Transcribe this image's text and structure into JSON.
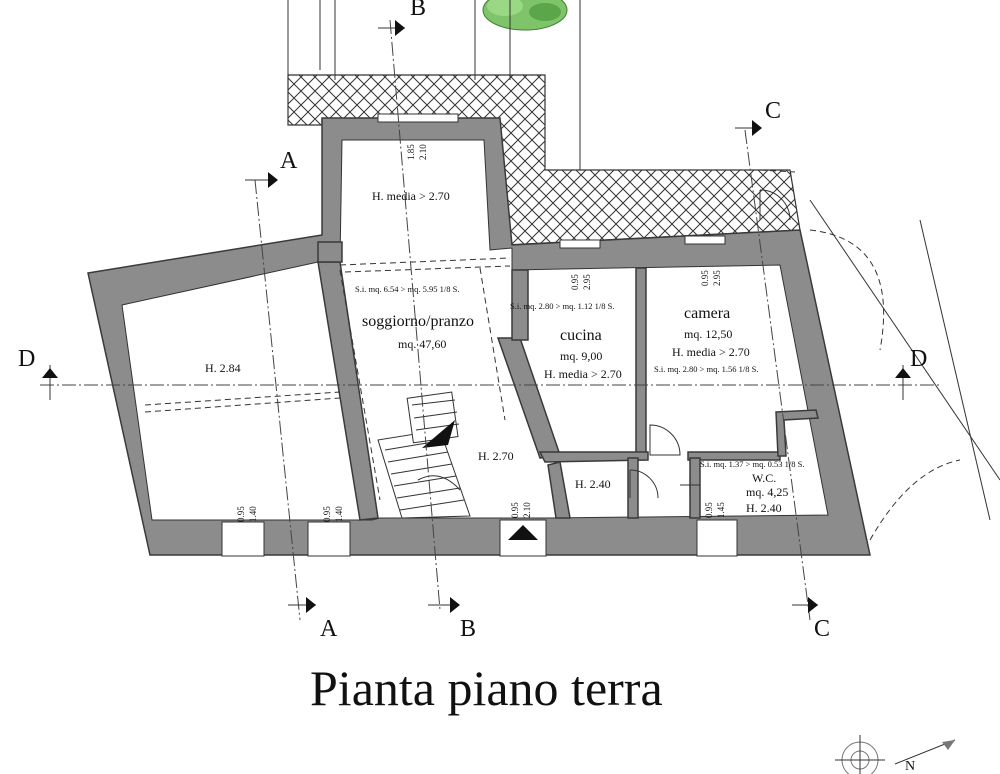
{
  "title": "Pianta piano terra",
  "sections": {
    "a": "A",
    "b": "B",
    "c": "C",
    "d": "D"
  },
  "rooms": {
    "living": {
      "name": "soggiorno/pranzo",
      "area": "mq. 47,60",
      "si": "S.i. mq. 6.54 > mq. 5.95 1/8 S."
    },
    "upper_room": {
      "height": "H. media > 2.70"
    },
    "left_room": {
      "height": "H. 2.84"
    },
    "stair_area": {
      "height": "H. 2.70"
    },
    "kitchen": {
      "name": "cucina",
      "area": "mq. 9,00",
      "height": "H. media > 2.70",
      "si": "S.i. mq. 2.80 > mq. 1.12 1/8 S."
    },
    "bedroom": {
      "name": "camera",
      "area": "mq. 12,50",
      "height": "H. media > 2.70",
      "si": "S.i. mq. 2.80 > mq. 1.56 1/8 S."
    },
    "corridor": {
      "height": "H. 2.40"
    },
    "wc": {
      "name": "W.C.",
      "area": "mq. 4,25",
      "height": "H. 2.40",
      "si": "S.i. mq. 1.37 > mq. 0.53 1/8 S."
    }
  },
  "openings": {
    "top_w": "1.85",
    "top_h": "2.10",
    "kitchen_w": "0.95",
    "kitchen_h": "2.95",
    "bedroom_w": "0.95",
    "bedroom_h": "2.95",
    "bottom1_w": "0.95",
    "bottom1_h": "1.40",
    "bottom2_w": "0.95",
    "bottom2_h": "1.40",
    "door_w": "0.95",
    "door_h": "2.10",
    "wc_w": "0.95",
    "wc_h": "1.45"
  },
  "compass": {
    "label": "N"
  }
}
